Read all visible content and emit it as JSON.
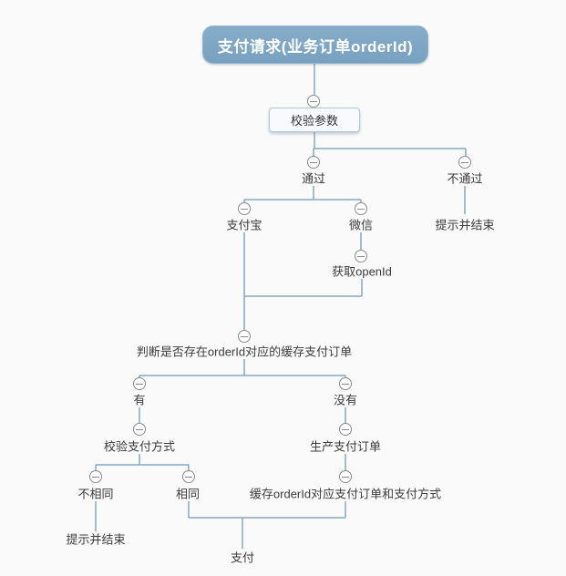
{
  "canvas": {
    "background": "#fafafa",
    "line_color": "#84a8c1",
    "root_fill": "#7ba4c2",
    "root_text_color": "#ffffff",
    "collapse_icon": "minus-circle"
  },
  "diagram": {
    "root": {
      "label": "支付请求(业务订单orderId)"
    },
    "nodes": {
      "validate": {
        "label": "校验参数"
      },
      "pass": {
        "label": "通过"
      },
      "fail": {
        "label": "不通过"
      },
      "fail_end": {
        "label": "提示并结束"
      },
      "alipay": {
        "label": "支付宝"
      },
      "wechat": {
        "label": "微信"
      },
      "openid": {
        "label": "获取openId"
      },
      "judge": {
        "label": "判断是否存在orderId对应的缓存支付订单"
      },
      "has": {
        "label": "有"
      },
      "none": {
        "label": "没有"
      },
      "verify_method": {
        "label": "校验支付方式"
      },
      "create_order": {
        "label": "生产支付订单"
      },
      "not_same": {
        "label": "不相同"
      },
      "same": {
        "label": "相同"
      },
      "cache": {
        "label": "缓存orderId对应支付订单和支付方式"
      },
      "notsame_end": {
        "label": "提示并结束"
      },
      "pay": {
        "label": "支付"
      }
    },
    "hierarchy": [
      "支付请求(业务订单orderId) > 校验参数",
      "校验参数 > 通过, 不通过",
      "不通过 > 提示并结束",
      "通过 > 支付宝, 微信",
      "微信 > 获取openId",
      "支付宝 + 获取openId > 判断是否存在orderId对应的缓存支付订单",
      "判断是否存在orderId对应的缓存支付订单 > 有, 没有",
      "有 > 校验支付方式 > 不相同, 相同",
      "不相同 > 提示并结束",
      "没有 > 生产支付订单 > 缓存orderId对应支付订单和支付方式",
      "相同 + 缓存orderId对应支付订单和支付方式 > 支付"
    ]
  }
}
